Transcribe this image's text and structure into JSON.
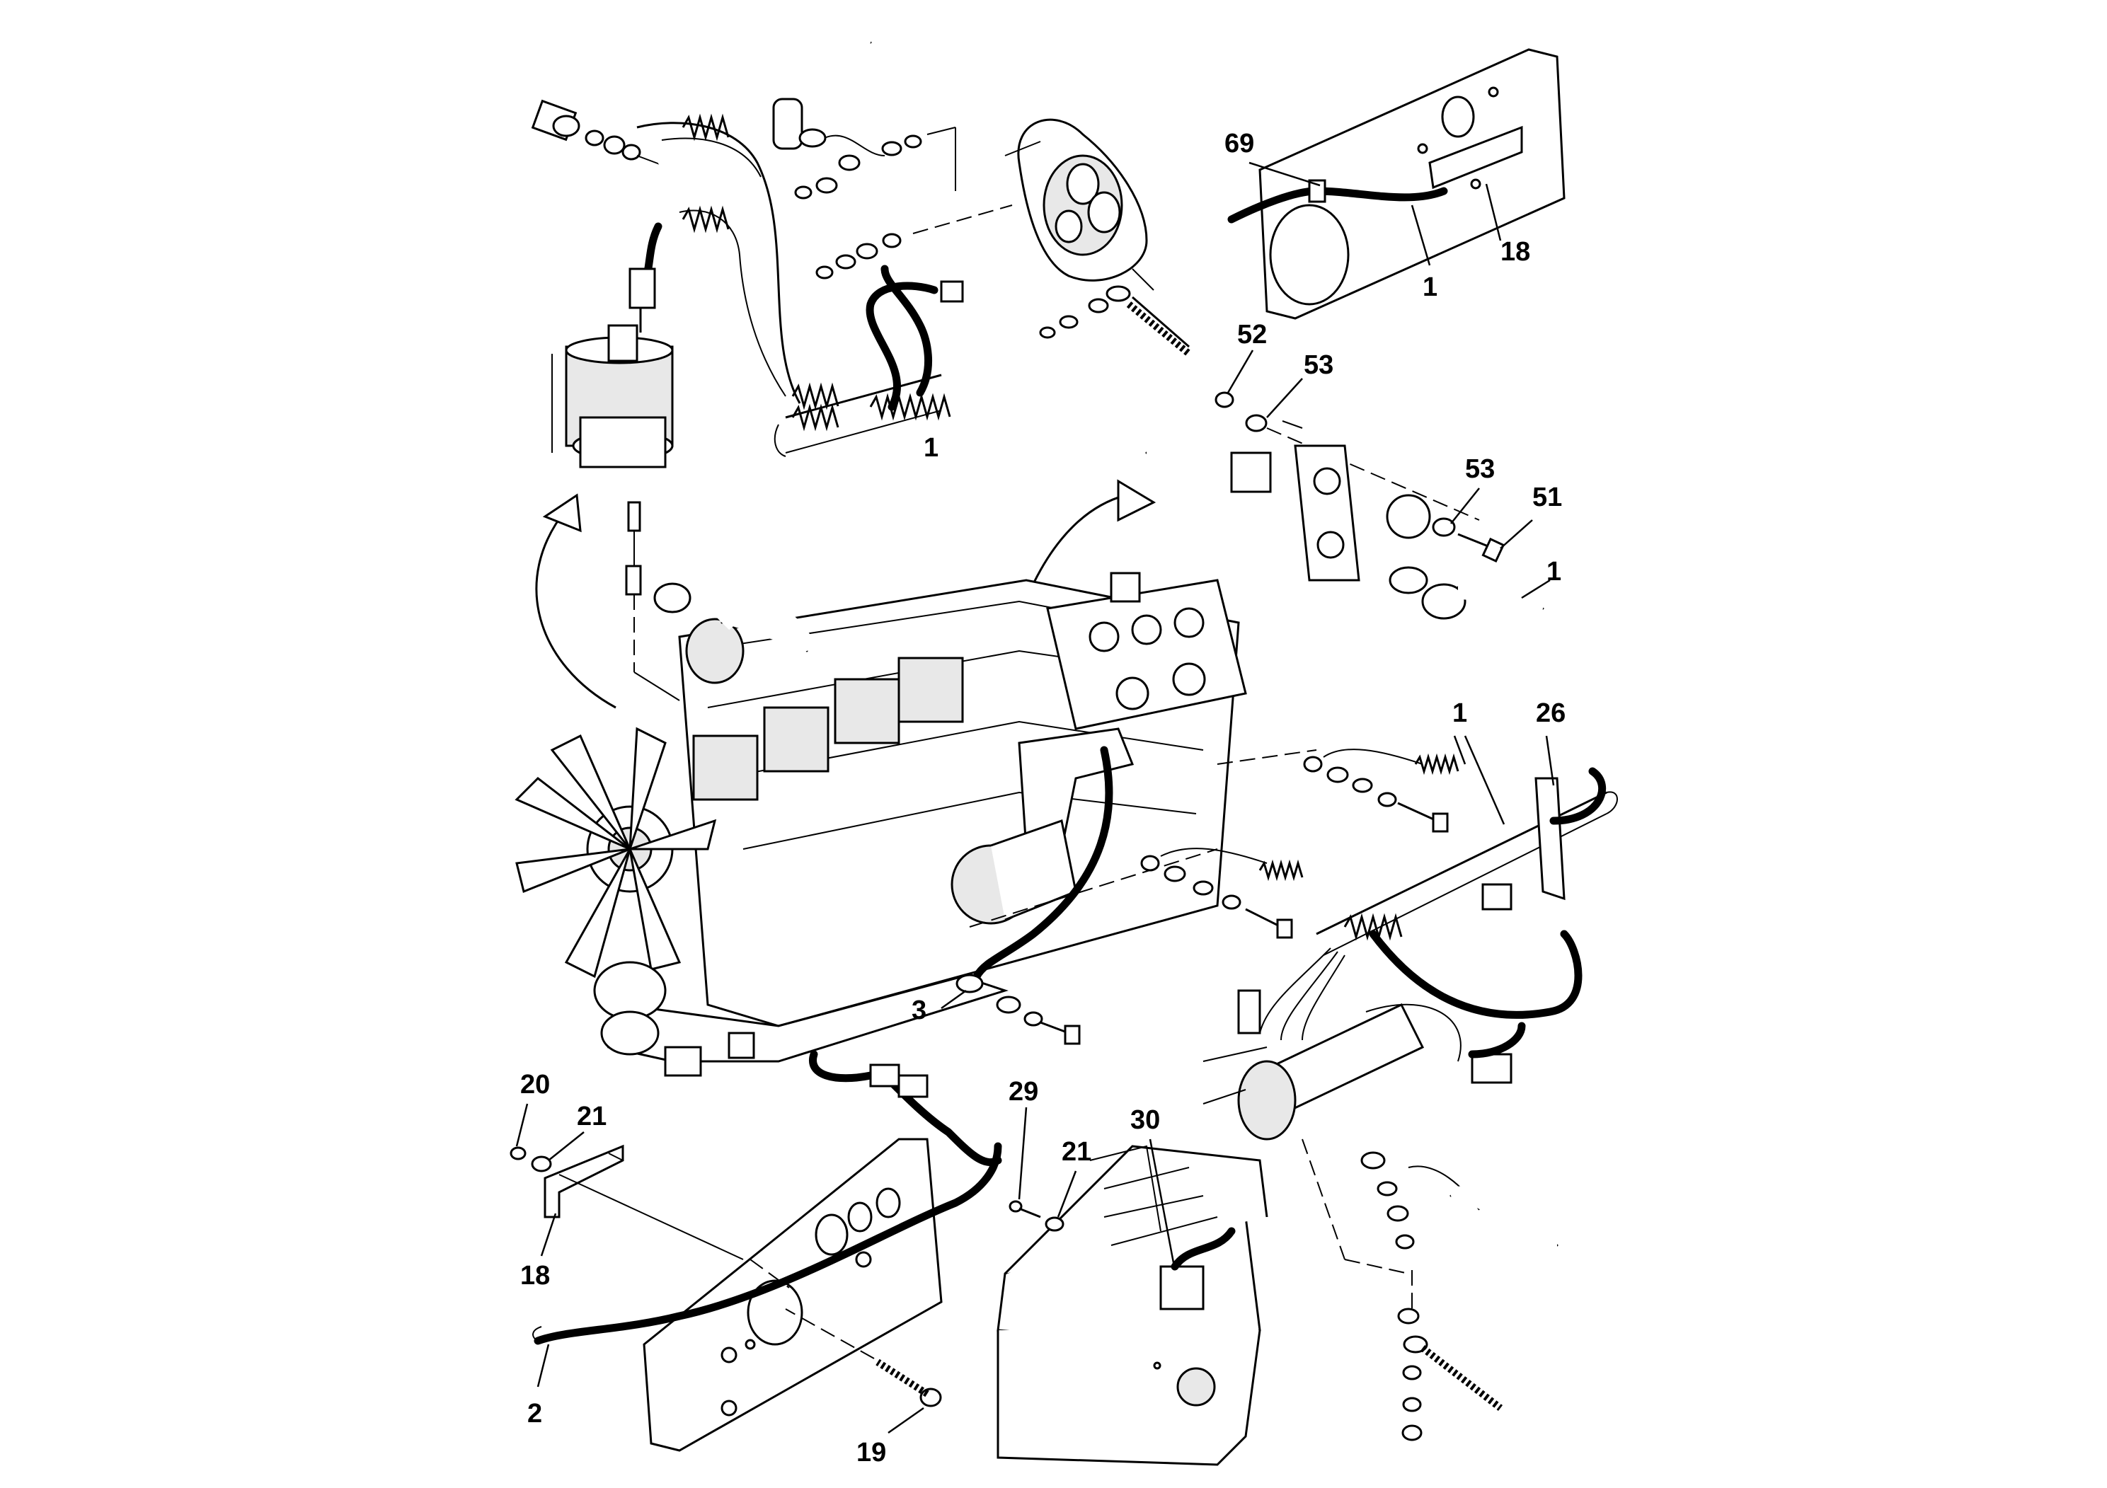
{
  "figure": {
    "background": "#ffffff",
    "line_color": "#000000"
  },
  "callouts": {
    "c69": "69",
    "c18_top": "18",
    "c1_top_right": "1",
    "c1_top_left": "1",
    "c52": "52",
    "c53_top": "53",
    "c53_mid": "53",
    "c51": "51",
    "c1_mid_right": "1",
    "c1_harness": "1",
    "c26": "26",
    "c3": "3",
    "c20": "20",
    "c21_left": "21",
    "c18_bottom": "18",
    "c2": "2",
    "c19": "19",
    "c29": "29",
    "c21_right": "21",
    "c30": "30"
  }
}
